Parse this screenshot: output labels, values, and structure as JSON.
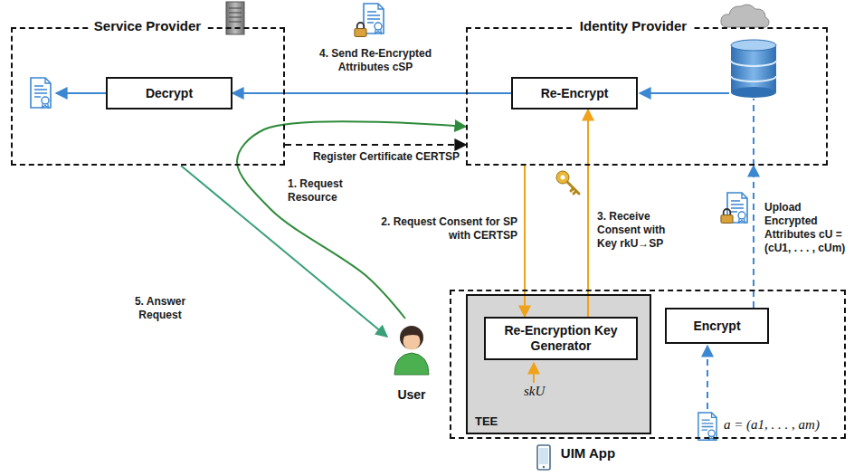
{
  "diagram": {
    "nodes": [
      {
        "text": [
          "Service Provider"
        ]
      },
      {
        "text": [
          "Decrypt"
        ],
        "in": 0
      },
      {
        "text": [
          "Identity Provider"
        ]
      },
      {
        "text": [
          "Re-Encrypt"
        ],
        "in": 2
      },
      {
        "text": [
          "UIM App"
        ]
      },
      {
        "text": [
          "TEE"
        ],
        "in": 4
      },
      {
        "text": [
          "Re-Encryption Key Generator"
        ],
        "in": 5
      },
      {
        "text": [
          "Encrypt"
        ],
        "in": 4
      },
      {
        "text": [
          "User"
        ]
      }
    ],
    "edges": [
      {
        "from": 8,
        "to": 2,
        "label": "1. Request Resource",
        "arrow": "to"
      },
      {
        "from": 2,
        "to": 6,
        "label": "2. Request Consent for SP with CERTSP",
        "arrow": "to"
      },
      {
        "from": 6,
        "to": 3,
        "label": "3. Receive Consent with Key rkU→SP",
        "arrow": "to"
      },
      {
        "from": 3,
        "to": 1,
        "label": "4. Send Re-Encrypted Attributes cSP",
        "arrow": "to"
      },
      {
        "from": 0,
        "to": 2,
        "label": "Register Certificate CERTSP",
        "arrow": "to"
      },
      {
        "from": 0,
        "to": 8,
        "label": "5. Answer Request",
        "arrow": "to"
      },
      {
        "from": 7,
        "to": 2,
        "label": "Upload Encrypted Attributes cU = (cU1, . . . , cUm)",
        "arrow": "to"
      }
    ],
    "labels": [
      "skU",
      "a = (a1, . . . , am)"
    ]
  }
}
